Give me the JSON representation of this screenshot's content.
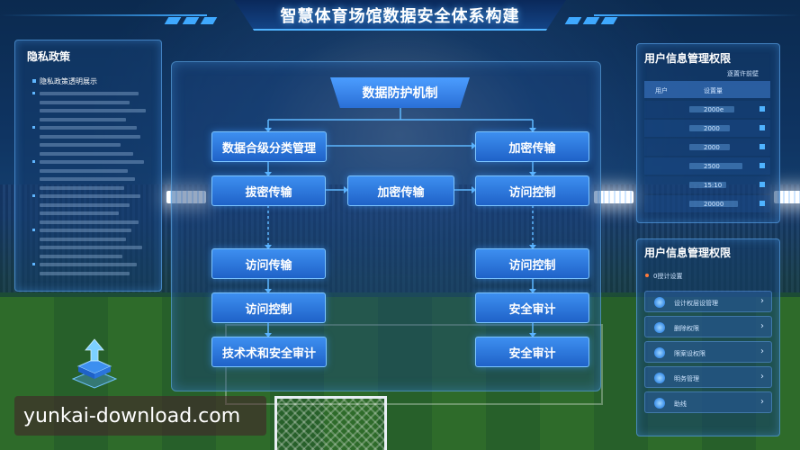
{
  "title": "智慧体育场馆数据安全体系构建",
  "left_panel": {
    "title": "隐私政策",
    "subtitle": "隐私政策透明展示"
  },
  "center": {
    "root": "数据防护机制",
    "left_column": [
      "数据合级分类管理",
      "拔密传输",
      "访问传输",
      "访问控制",
      "技术术和安全审计"
    ],
    "middle_node": "加密传输",
    "right_column": [
      "加密传输",
      "访问控制",
      "访问控制",
      "安全审计",
      "安全审计"
    ]
  },
  "right_top_panel": {
    "title": "用户信息管理权限",
    "dropdown": "逐置许前壁",
    "header": [
      "用户",
      "设置量"
    ],
    "rows": [
      {
        "value": "2000e",
        "level": 0.55
      },
      {
        "value": "2000",
        "level": 0.5
      },
      {
        "value": "2000",
        "level": 0.5
      },
      {
        "value": "2500",
        "level": 0.65
      },
      {
        "value": "15:10",
        "level": 0.45
      },
      {
        "value": "20000",
        "level": 0.6
      }
    ]
  },
  "right_bottom_panel": {
    "title": "用户信息管理权限",
    "subtitle": "0授计设置",
    "items": [
      "设计权层设管理",
      "删除权限",
      "限案设权限",
      "明务管理",
      "助线"
    ]
  },
  "watermark": "yunkai-download.com",
  "colors": {
    "accent": "#3fa9ff",
    "node_fill": "#2a6fd6",
    "panel_border": "#64b4ff"
  }
}
